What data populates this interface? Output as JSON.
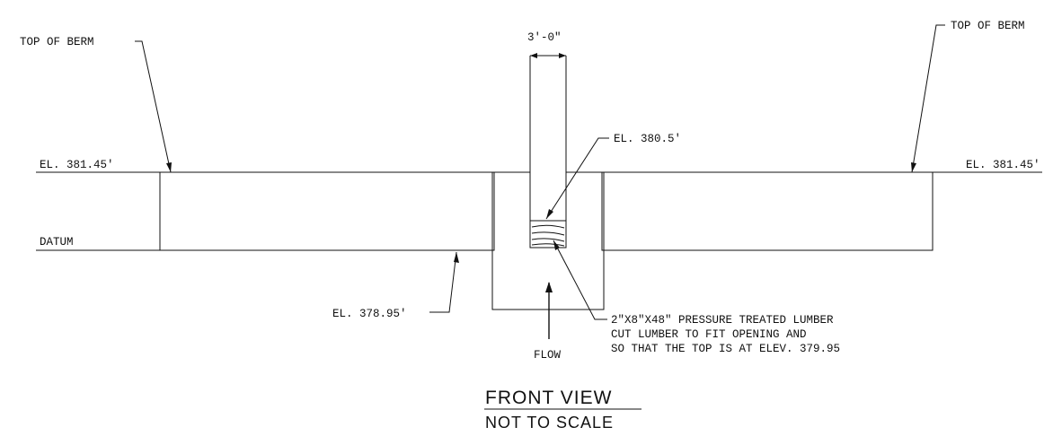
{
  "labels": {
    "top_of_berm_left": "TOP OF BERM",
    "top_of_berm_right": "TOP OF BERM",
    "el_berm_left": "EL. 381.45'",
    "el_berm_right": "EL. 381.45'",
    "datum": "DATUM",
    "opening_width": "3'-0\"",
    "el_opening": "EL. 380.5'",
    "el_bottom": "EL. 378.95'",
    "flow": "FLOW",
    "lumber_note": [
      "2\"X8\"X48\" PRESSURE TREATED LUMBER",
      "CUT LUMBER TO FIT OPENING AND",
      "SO THAT THE TOP IS AT ELEV. 379.95"
    ]
  },
  "title": {
    "main": "FRONT VIEW",
    "sub": "NOT TO SCALE"
  },
  "colors": {
    "ink": "#111111",
    "background": "#ffffff"
  }
}
